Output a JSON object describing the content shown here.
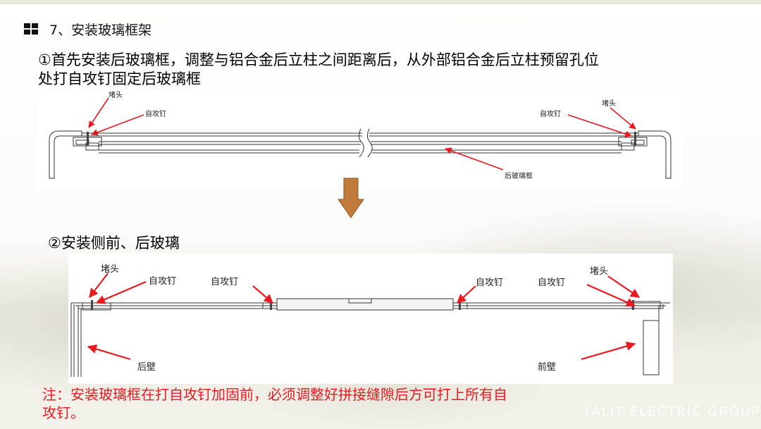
{
  "title": "7、安装玻璃框架",
  "step1": {
    "line1": "①首先安装后玻璃框，调整与铝合金后立柱之间距离后，从外部铝合金后立柱预留孔位",
    "line2": "处打自攻钉固定后玻璃框"
  },
  "diagram1": {
    "labels": {
      "plug_left": "堵头",
      "screw_left": "自攻钉",
      "screw_right": "自攻钉",
      "plug_right": "堵头",
      "rear_glass_frame": "后玻璃框"
    }
  },
  "step2": {
    "text": "②安装侧前、后玻璃"
  },
  "diagram2": {
    "labels": {
      "plug_left": "堵头",
      "screw_1": "自攻钉",
      "screw_2": "自攻钉",
      "screw_3": "自攻钉",
      "screw_4": "自攻钉",
      "plug_right": "堵头",
      "rear_wall": "后壁",
      "front_wall": "前壁"
    }
  },
  "note": {
    "line1": "注：安装玻璃框在打自攻钉加固前，必须调整好拼接缝隙后方可打上所有自",
    "line2": "攻钉。"
  },
  "watermark": "YALIT ELECTRIC GROUP",
  "colors": {
    "arrow_red": "#e8191f",
    "down_arrow": "#c07a3a",
    "note_red": "#e8191f"
  }
}
